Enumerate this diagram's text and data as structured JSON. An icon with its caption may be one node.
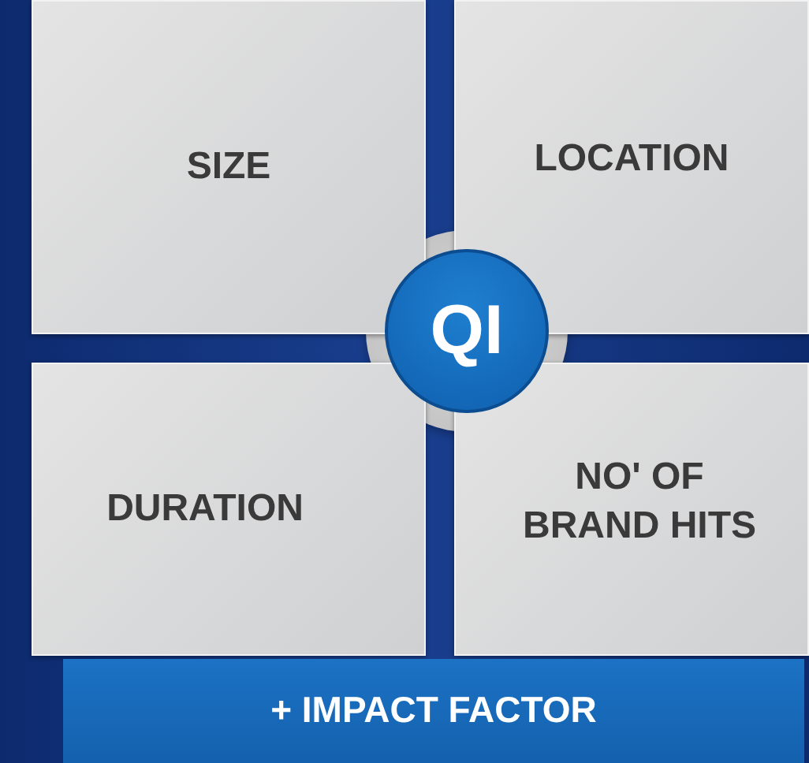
{
  "diagram": {
    "nodes": [
      {
        "text": [
          "SIZE"
        ]
      },
      {
        "text": [
          "LOCATION"
        ]
      },
      {
        "text": [
          "DURATION"
        ]
      },
      {
        "text": [
          "NO' OF BRAND HITS"
        ]
      },
      {
        "text": [
          "QI"
        ]
      },
      {
        "text": [
          "+ IMPACT FACTOR"
        ]
      }
    ]
  }
}
